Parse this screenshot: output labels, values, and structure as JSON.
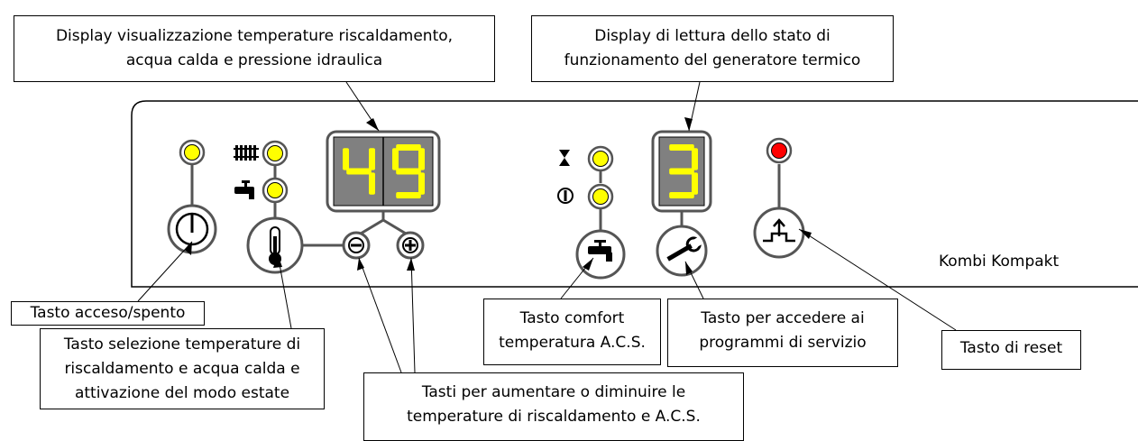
{
  "display_temp": {
    "digits": "49"
  },
  "display_status": {
    "digit": "3"
  },
  "brand": "Kombi Kompakt",
  "callouts": {
    "display_temp": [
      "Display visualizzazione temperature riscaldamento,",
      "acqua calda e pressione idraulica"
    ],
    "display_status": [
      "Display di lettura dello stato di",
      "funzionamento del generatore termico"
    ],
    "on_off": [
      "Tasto acceso/spento"
    ],
    "temp_select": [
      "Tasto selezione temperature di",
      "riscaldamento e acqua calda e",
      "attivazione del modo estate"
    ],
    "plus_minus": [
      "Tasti per aumentare o diminuire le",
      "temperature di riscaldamento e A.C.S."
    ],
    "comfort": [
      "Tasto comfort",
      "temperatura A.C.S."
    ],
    "service": [
      "Tasto per accedere ai",
      "programmi di servizio"
    ],
    "reset": [
      "Tasto di reset"
    ]
  },
  "colors": {
    "led_yellow": "#ffff00",
    "led_red": "#ff0000",
    "display_bg": "#808080",
    "segment_on": "#ffff00"
  }
}
